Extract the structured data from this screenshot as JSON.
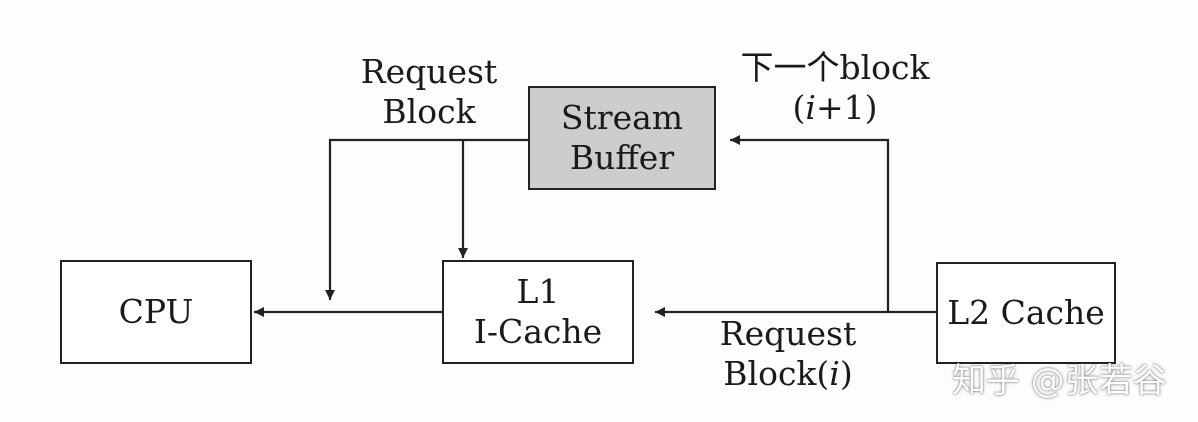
{
  "boxes": {
    "cpu": "CPU",
    "l1_line1": "L1",
    "l1_line2": "I-Cache",
    "stream_line1": "Stream",
    "stream_line2": "Buffer",
    "l2": "L2 Cache"
  },
  "labels": {
    "request_block_top_line1": "Request",
    "request_block_top_line2": "Block",
    "next_block_line1": "下一个block",
    "next_block_line2_pre": "(",
    "next_block_line2_i": "i",
    "next_block_line2_post": "+1)",
    "request_block_i_line1": "Request",
    "request_block_i_line2_pre": "Block(",
    "request_block_i_line2_i": "i",
    "request_block_i_line2_post": ")"
  },
  "watermark": "知乎 @张若谷",
  "colors": {
    "stream_buffer_fill": "#cdcdcd",
    "line": "#222222"
  }
}
